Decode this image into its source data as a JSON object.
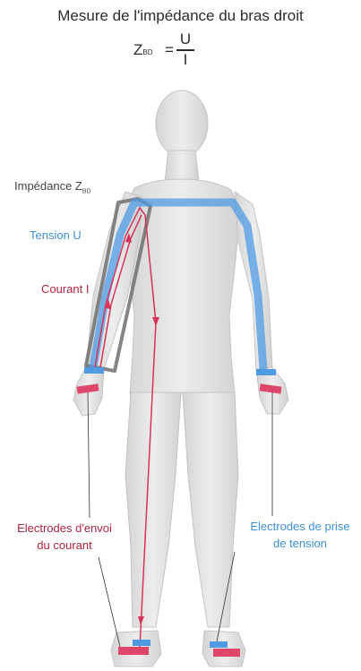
{
  "title": "Mesure de l'impédance du bras droit",
  "formula": {
    "lhs": "Z",
    "lhs_sub": "BD",
    "equals": "=",
    "numerator": "U",
    "denominator": "I"
  },
  "labels": {
    "impedance": "Impédance Z",
    "impedance_sub": "BD",
    "tension": "Tension U",
    "courant": "Courant I",
    "electrodes_envoi_line1": "Electrodes d'envoi",
    "electrodes_envoi_line2": "du courant",
    "electrodes_prise_line1": "Electrodes de prise",
    "electrodes_prise_line2": "de tension"
  },
  "colors": {
    "current": "#d6335a",
    "voltage": "#4f9be3",
    "impedance_box": "#707070",
    "body": "#e2e2e2"
  }
}
